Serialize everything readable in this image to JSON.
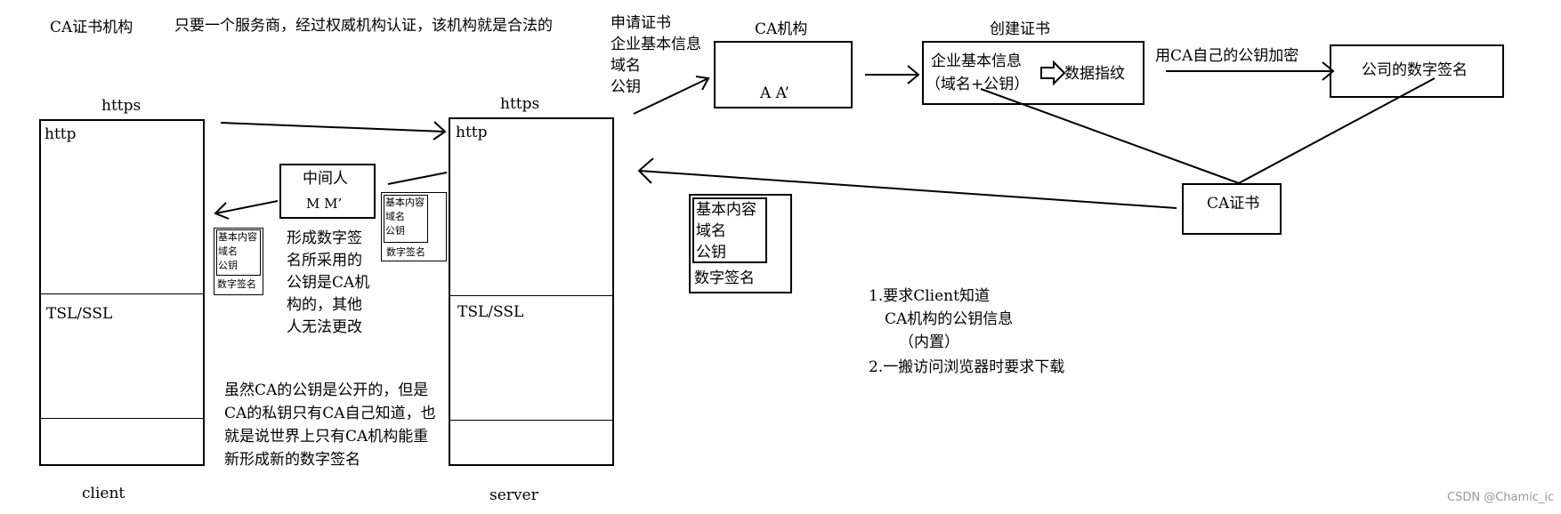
{
  "header": {
    "title": "CA证书机构",
    "desc": "只要一个服务商，经过权威机构认证，该机构就是合法的"
  },
  "client": {
    "label": "https",
    "layers": [
      "http",
      "TSL/SSL"
    ],
    "caption": "client"
  },
  "server": {
    "label": "https",
    "layers": [
      "http",
      "TSL/SSL"
    ],
    "caption": "server"
  },
  "apply": {
    "lines": [
      "申请证书",
      "企业基本信息",
      "域名",
      "公钥"
    ]
  },
  "ca_org": {
    "title": "CA机构",
    "content": "A  A’"
  },
  "create": {
    "title": "创建证书",
    "info_line1": "企业基本信息",
    "info_line2": "（域名+公钥）",
    "fingerprint": "数据指纹"
  },
  "encrypt_label": "用CA自己的公钥加密",
  "signature_box": "公司的数字签名",
  "ca_cert": "CA证书",
  "cert_content": {
    "lines": [
      "基本内容",
      "域名",
      "公钥"
    ],
    "signature": "数字签名"
  },
  "mitm": {
    "title": "中间人",
    "content": "M  M’"
  },
  "mini_cert": {
    "lines": [
      "基本内容",
      "域名",
      "公钥"
    ],
    "signature": "数字签名"
  },
  "mitm_note": [
    "形成数字签",
    "名所采用的",
    "公钥是CA机",
    "构的，其他",
    "人无法更改"
  ],
  "private_note": [
    "虽然CA的公钥是公开的，但是",
    "CA的私钥只有CA自己知道，也",
    "就是说世界上只有CA机构能重",
    "新形成新的数字签名"
  ],
  "requirements": {
    "item1_line1": "1.要求Client知道",
    "item1_line2": "CA机构的公钥信息",
    "item1_line3": "（内置）",
    "item2": "2.一搬访问浏览器时要求下载"
  },
  "watermark": "CSDN @Chamic_ic"
}
